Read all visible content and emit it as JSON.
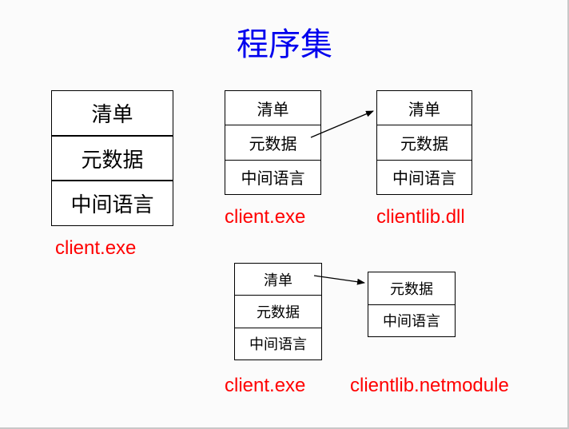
{
  "title": "程序集",
  "diagrams": {
    "single_file": {
      "sections": [
        "清单",
        "元数据",
        "中间语言"
      ],
      "label": "client.exe"
    },
    "multi_file_dll": {
      "main_sections": [
        "清单",
        "元数据",
        "中间语言"
      ],
      "main_label": "client.exe",
      "lib_sections": [
        "清单",
        "元数据",
        "中间语言"
      ],
      "lib_label": "clientlib.dll"
    },
    "multi_file_module": {
      "main_sections": [
        "清单",
        "元数据",
        "中间语言"
      ],
      "main_label": "client.exe",
      "module_sections": [
        "元数据",
        "中间语言"
      ],
      "module_label": "clientlib.netmodule"
    }
  },
  "colors": {
    "title": "#0000ee",
    "file_label": "#ff0000",
    "box_border": "#000000",
    "background": "#fbfbfb"
  }
}
